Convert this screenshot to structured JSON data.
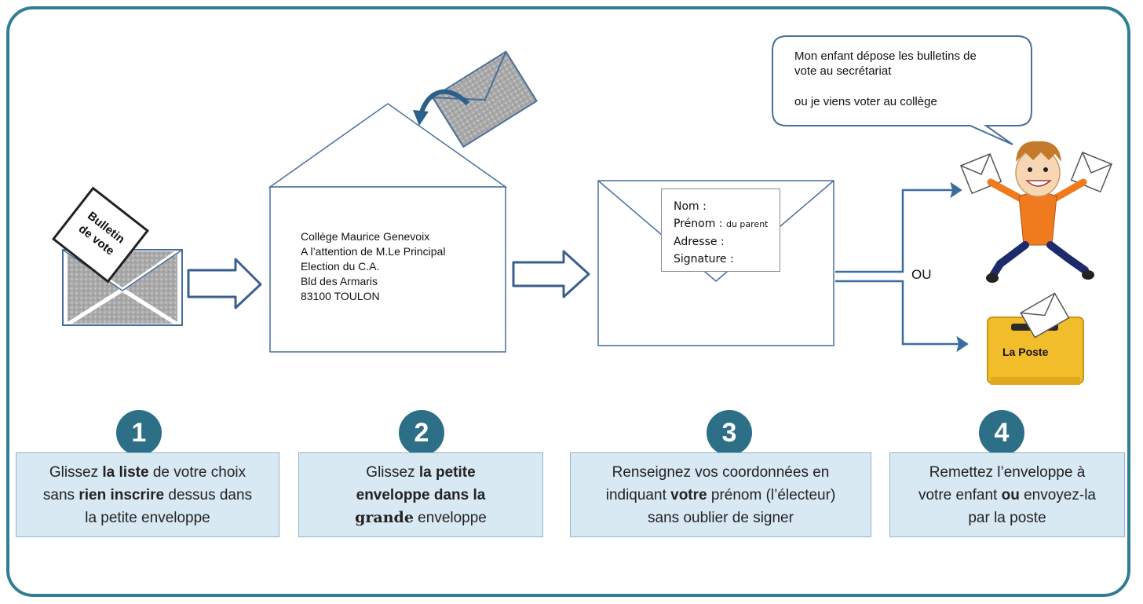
{
  "address": {
    "line1": "Collège Maurice Genevoix",
    "line2": "A l’attention de M.Le Principal",
    "line3": "Election du C.A.",
    "line4": "Bld des Armaris",
    "line5": "83100 TOULON"
  },
  "ballot": {
    "line1": "Bulletin",
    "line2": "de vote"
  },
  "card": {
    "nom": "Nom :",
    "prenom": "Prénom :",
    "prenom_note": "du parent",
    "adresse": "Adresse :",
    "signature": "Signature :"
  },
  "bubble": {
    "line1": "Mon enfant dépose les bulletins de",
    "line2": "vote au secrétariat",
    "line3": "ou je viens voter au collège"
  },
  "ou_label": "OU",
  "poste_label": "La Poste",
  "steps": [
    {
      "number": "1",
      "l1a": "Glissez ",
      "l1b": "la liste",
      "l1c": " de votre choix",
      "l2a": "sans ",
      "l2b": "rien inscrire",
      "l2c": " dessus dans",
      "l3": "la petite enveloppe"
    },
    {
      "number": "2",
      "l1a": "Glissez ",
      "l1b": "la petite",
      "l2b": "enveloppe  dans la",
      "l3b": "grande",
      "l3c": " enveloppe"
    },
    {
      "number": "3",
      "l1": "Renseignez vos coordonnées en",
      "l2a": "indiquant ",
      "l2b": "votre",
      "l2c": " prénom (l’électeur)",
      "l3": "sans oublier de signer"
    },
    {
      "number": "4",
      "l1": "Remettez  l’enveloppe à",
      "l2a": "votre enfant ",
      "l2b": "ou",
      "l2c": " envoyez-la",
      "l3": "par la poste"
    }
  ],
  "colors": {
    "frame": "#2f7e96",
    "step_badge": "#2c6f86",
    "step_box": "#d9e9f3",
    "arrow": "#3a5f8f",
    "shirt": "#f07a1e",
    "mailbox": "#f2bd2a"
  }
}
